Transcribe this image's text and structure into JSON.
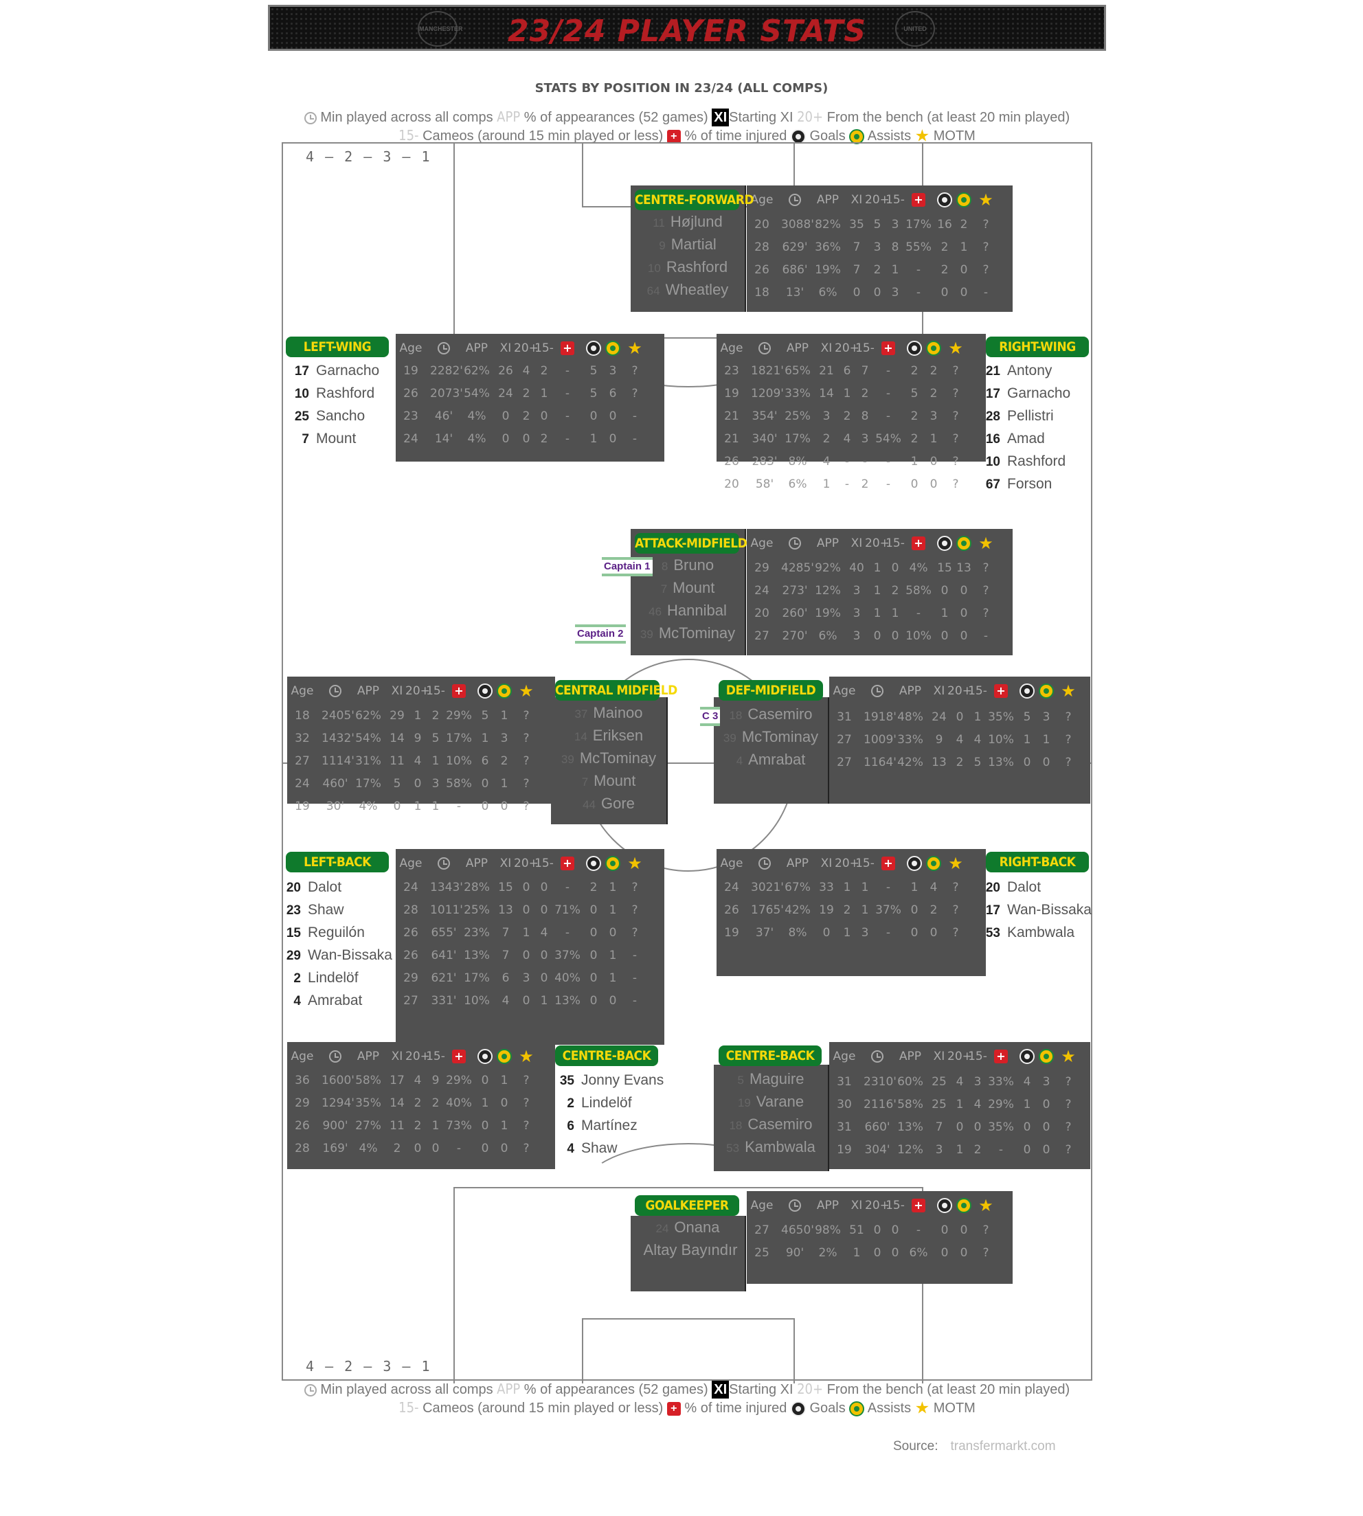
{
  "banner": {
    "title": "23/24 PLAYER STATS",
    "crest_left": "MANCHESTER",
    "crest_right": "UNITED"
  },
  "page_heading": "STATS BY POSITION IN 23/24 (ALL COMPS)",
  "legend": {
    "min_text": "Min played across all comps",
    "app_key": "APP",
    "app_text": "% of appearances (52 games)",
    "xi_key": "XI",
    "xi_text": "Starting XI",
    "bench_key": "20+",
    "bench_text": "From the bench (at least 20 min played)",
    "cameo_key": "15-",
    "cameo_text": "Cameos (around 15 min played or less)",
    "injured_text": "% of time injured",
    "goals_text": "Goals",
    "assists_text": "Assists",
    "motm_text": "MOTM"
  },
  "formation": "4 – 2 – 3 – 1",
  "headers": {
    "age": "Age",
    "app": "APP",
    "xi": "XI",
    "bench": "20+",
    "cameo": "15-"
  },
  "positions": {
    "cf": {
      "label": "CENTRE-FORWARD",
      "players": [
        {
          "num": "11",
          "name": "Højlund",
          "stats": [
            "20",
            "3088'",
            "82%",
            "35",
            "5",
            "3",
            "17%",
            "16",
            "2",
            "?"
          ]
        },
        {
          "num": "9",
          "name": "Martial",
          "stats": [
            "28",
            "629'",
            "36%",
            "7",
            "3",
            "8",
            "55%",
            "2",
            "1",
            "?"
          ]
        },
        {
          "num": "10",
          "name": "Rashford",
          "stats": [
            "26",
            "686'",
            "19%",
            "7",
            "2",
            "1",
            "-",
            "2",
            "0",
            "?"
          ]
        },
        {
          "num": "64",
          "name": "Wheatley",
          "stats": [
            "18",
            "13'",
            "6%",
            "0",
            "0",
            "3",
            "-",
            "0",
            "0",
            "-"
          ]
        }
      ]
    },
    "lw": {
      "label": "LEFT-WING",
      "players": [
        {
          "num": "17",
          "name": "Garnacho",
          "stats": [
            "19",
            "2282'",
            "62%",
            "26",
            "4",
            "2",
            "-",
            "5",
            "3",
            "?"
          ]
        },
        {
          "num": "10",
          "name": "Rashford",
          "stats": [
            "26",
            "2073'",
            "54%",
            "24",
            "2",
            "1",
            "-",
            "5",
            "6",
            "?"
          ]
        },
        {
          "num": "25",
          "name": "Sancho",
          "stats": [
            "23",
            "46'",
            "4%",
            "0",
            "2",
            "0",
            "-",
            "0",
            "0",
            "-"
          ]
        },
        {
          "num": "7",
          "name": "Mount",
          "stats": [
            "24",
            "14'",
            "4%",
            "0",
            "0",
            "2",
            "-",
            "1",
            "0",
            "-"
          ]
        }
      ]
    },
    "rw": {
      "label": "RIGHT-WING",
      "players": [
        {
          "num": "21",
          "name": "Antony",
          "stats": [
            "23",
            "1821'",
            "65%",
            "21",
            "6",
            "7",
            "-",
            "2",
            "2",
            "?"
          ]
        },
        {
          "num": "17",
          "name": "Garnacho",
          "stats": [
            "19",
            "1209'",
            "33%",
            "14",
            "1",
            "2",
            "-",
            "5",
            "2",
            "?"
          ]
        },
        {
          "num": "28",
          "name": "Pellistri",
          "stats": [
            "21",
            "354'",
            "25%",
            "3",
            "2",
            "8",
            "-",
            "2",
            "3",
            "?"
          ]
        },
        {
          "num": "16",
          "name": "Amad",
          "stats": [
            "21",
            "340'",
            "17%",
            "2",
            "4",
            "3",
            "54%",
            "2",
            "1",
            "?"
          ]
        },
        {
          "num": "10",
          "name": "Rashford",
          "stats": [
            "26",
            "283'",
            "8%",
            "4",
            "-",
            "-",
            "-",
            "1",
            "0",
            "?"
          ]
        },
        {
          "num": "67",
          "name": "Forson",
          "stats": [
            "20",
            "58'",
            "6%",
            "1",
            "-",
            "2",
            "-",
            "0",
            "0",
            "?"
          ]
        }
      ]
    },
    "am": {
      "label": "ATTACK-MIDFIELD",
      "players": [
        {
          "num": "8",
          "name": "Bruno",
          "stats": [
            "29",
            "4285'",
            "92%",
            "40",
            "1",
            "0",
            "4%",
            "15",
            "13",
            "?"
          ]
        },
        {
          "num": "7",
          "name": "Mount",
          "stats": [
            "24",
            "273'",
            "12%",
            "3",
            "1",
            "2",
            "58%",
            "0",
            "0",
            "?"
          ]
        },
        {
          "num": "46",
          "name": "Hannibal",
          "stats": [
            "20",
            "260'",
            "19%",
            "3",
            "1",
            "1",
            "-",
            "1",
            "0",
            "?"
          ]
        },
        {
          "num": "39",
          "name": "McTominay",
          "stats": [
            "27",
            "270'",
            "6%",
            "3",
            "0",
            "0",
            "10%",
            "0",
            "0",
            "-"
          ]
        }
      ],
      "captains": [
        "Captain 1",
        "Captain 2"
      ]
    },
    "cm": {
      "label": "CENTRAL MIDFIELD",
      "players": [
        {
          "num": "37",
          "name": "Mainoo",
          "stats": [
            "18",
            "2405'",
            "62%",
            "29",
            "1",
            "2",
            "29%",
            "5",
            "1",
            "?"
          ]
        },
        {
          "num": "14",
          "name": "Eriksen",
          "stats": [
            "32",
            "1432'",
            "54%",
            "14",
            "9",
            "5",
            "17%",
            "1",
            "3",
            "?"
          ]
        },
        {
          "num": "39",
          "name": "McTominay",
          "stats": [
            "27",
            "1114'",
            "31%",
            "11",
            "4",
            "1",
            "10%",
            "6",
            "2",
            "?"
          ]
        },
        {
          "num": "7",
          "name": "Mount",
          "stats": [
            "24",
            "460'",
            "17%",
            "5",
            "0",
            "3",
            "58%",
            "0",
            "1",
            "?"
          ]
        },
        {
          "num": "44",
          "name": "Gore",
          "stats": [
            "19",
            "30'",
            "4%",
            "0",
            "1",
            "1",
            "-",
            "0",
            "0",
            "?"
          ]
        }
      ]
    },
    "dm": {
      "label": "DEF-MIDFIELD",
      "players": [
        {
          "num": "18",
          "name": "Casemiro",
          "stats": [
            "31",
            "1918'",
            "48%",
            "24",
            "0",
            "1",
            "35%",
            "5",
            "3",
            "?"
          ]
        },
        {
          "num": "39",
          "name": "McTominay",
          "stats": [
            "27",
            "1009'",
            "33%",
            "9",
            "4",
            "4",
            "10%",
            "1",
            "1",
            "?"
          ]
        },
        {
          "num": "4",
          "name": "Amrabat",
          "stats": [
            "27",
            "1164'",
            "42%",
            "13",
            "2",
            "5",
            "13%",
            "0",
            "0",
            "?"
          ]
        }
      ],
      "captains": [
        "C 3"
      ]
    },
    "lb": {
      "label": "LEFT-BACK",
      "players": [
        {
          "num": "20",
          "name": "Dalot",
          "stats": [
            "24",
            "1343'",
            "28%",
            "15",
            "0",
            "0",
            "-",
            "2",
            "1",
            "?"
          ]
        },
        {
          "num": "23",
          "name": "Shaw",
          "stats": [
            "28",
            "1011'",
            "25%",
            "13",
            "0",
            "0",
            "71%",
            "0",
            "1",
            "?"
          ]
        },
        {
          "num": "15",
          "name": "Reguilón",
          "stats": [
            "26",
            "655'",
            "23%",
            "7",
            "1",
            "4",
            "-",
            "0",
            "0",
            "?"
          ]
        },
        {
          "num": "29",
          "name": "Wan-Bissaka",
          "stats": [
            "26",
            "641'",
            "13%",
            "7",
            "0",
            "0",
            "37%",
            "0",
            "1",
            "-"
          ]
        },
        {
          "num": "2",
          "name": "Lindelöf",
          "stats": [
            "29",
            "621'",
            "17%",
            "6",
            "3",
            "0",
            "40%",
            "0",
            "1",
            "-"
          ]
        },
        {
          "num": "4",
          "name": "Amrabat",
          "stats": [
            "27",
            "331'",
            "10%",
            "4",
            "0",
            "1",
            "13%",
            "0",
            "0",
            "-"
          ]
        }
      ]
    },
    "rb": {
      "label": "RIGHT-BACK",
      "players": [
        {
          "num": "20",
          "name": "Dalot",
          "stats": [
            "24",
            "3021'",
            "67%",
            "33",
            "1",
            "1",
            "-",
            "1",
            "4",
            "?"
          ]
        },
        {
          "num": "17",
          "name": "Wan-Bissaka",
          "stats": [
            "26",
            "1765'",
            "42%",
            "19",
            "2",
            "1",
            "37%",
            "0",
            "2",
            "?"
          ]
        },
        {
          "num": "53",
          "name": "Kambwala",
          "stats": [
            "19",
            "37'",
            "8%",
            "0",
            "1",
            "3",
            "-",
            "0",
            "0",
            "?"
          ]
        }
      ]
    },
    "cbl": {
      "label": "CENTRE-BACK",
      "players": [
        {
          "num": "35",
          "name": "Jonny Evans",
          "stats": [
            "36",
            "1600'",
            "58%",
            "17",
            "4",
            "9",
            "29%",
            "0",
            "1",
            "?"
          ]
        },
        {
          "num": "2",
          "name": "Lindelöf",
          "stats": [
            "29",
            "1294'",
            "35%",
            "14",
            "2",
            "2",
            "40%",
            "1",
            "0",
            "?"
          ]
        },
        {
          "num": "6",
          "name": "Martínez",
          "stats": [
            "26",
            "900'",
            "27%",
            "11",
            "2",
            "1",
            "73%",
            "0",
            "1",
            "?"
          ]
        },
        {
          "num": "4",
          "name": "Shaw",
          "stats": [
            "28",
            "169'",
            "4%",
            "2",
            "0",
            "0",
            "-",
            "0",
            "0",
            "?"
          ]
        }
      ]
    },
    "cbr": {
      "label": "CENTRE-BACK",
      "players": [
        {
          "num": "5",
          "name": "Maguire",
          "stats": [
            "31",
            "2310'",
            "60%",
            "25",
            "4",
            "3",
            "33%",
            "4",
            "3",
            "?"
          ]
        },
        {
          "num": "19",
          "name": "Varane",
          "stats": [
            "30",
            "2116'",
            "58%",
            "25",
            "1",
            "4",
            "29%",
            "1",
            "0",
            "?"
          ]
        },
        {
          "num": "18",
          "name": "Casemiro",
          "stats": [
            "31",
            "660'",
            "13%",
            "7",
            "0",
            "0",
            "35%",
            "0",
            "0",
            "?"
          ]
        },
        {
          "num": "53",
          "name": "Kambwala",
          "stats": [
            "19",
            "304'",
            "12%",
            "3",
            "1",
            "2",
            "-",
            "0",
            "0",
            "?"
          ]
        }
      ]
    },
    "gk": {
      "label": "GOALKEEPER",
      "players": [
        {
          "num": "24",
          "name": "Onana",
          "stats": [
            "27",
            "4650'",
            "98%",
            "51",
            "0",
            "0",
            "-",
            "0",
            "0",
            "?"
          ]
        },
        {
          "num": "",
          "name": "Altay Bayındır",
          "stats": [
            "25",
            "90'",
            "2%",
            "1",
            "0",
            "0",
            "6%",
            "0",
            "0",
            "?"
          ]
        }
      ]
    }
  },
  "source": {
    "label": "Source:",
    "url": "transfermarkt.com"
  }
}
